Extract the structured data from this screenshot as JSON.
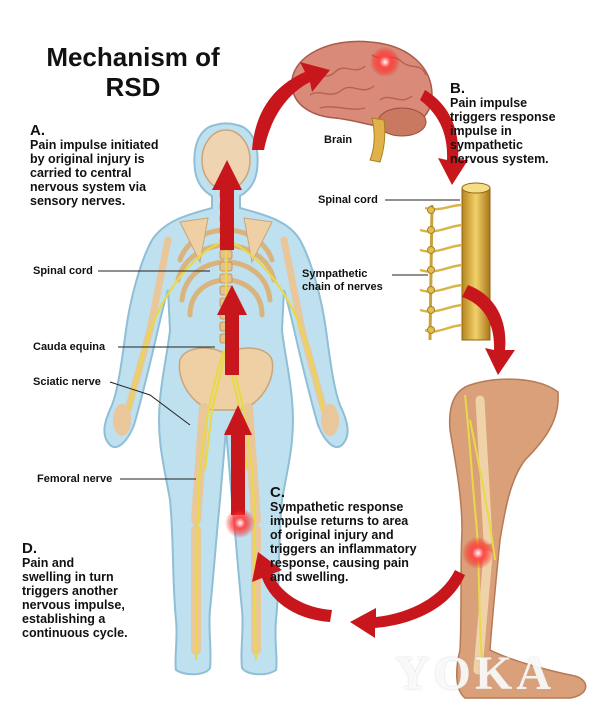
{
  "title_line1": "Mechanism of",
  "title_line2": "RSD",
  "steps": {
    "a": {
      "letter": "A.",
      "text": "Pain impulse initiated\nby original injury is\ncarried to central\nnervous system via\nsensory nerves."
    },
    "b": {
      "letter": "B.",
      "text": "Pain impulse\ntriggers response\nimpulse in\nsympathetic\nnervous system."
    },
    "c": {
      "letter": "C.",
      "text": "Sympathetic response\nimpulse returns to area\nof original injury and\ntriggers an inflammatory\nresponse, causing pain\nand swelling."
    },
    "d": {
      "letter": "D.",
      "text": "Pain and\nswelling in turn\ntriggers another\nnervous impulse,\nestablishing a\ncontinuous cycle."
    }
  },
  "labels": {
    "brain": "Brain",
    "spinal_cord_top": "Spinal cord",
    "sympathetic_chain": "Sympathetic\nchain of nerves",
    "spinal_cord_body": "Spinal cord",
    "cauda_equina": "Cauda equina",
    "sciatic_nerve": "Sciatic nerve",
    "femoral_nerve": "Femoral nerve"
  },
  "watermark": "YOKA",
  "colors": {
    "arrow": "#c8161d",
    "body_outline": "#8fbfd6",
    "body_fill": "#bfe0ee",
    "bone": "#e9c79a",
    "nerve": "#e8d84a",
    "brain": "#d98a78",
    "leg_skin": "#d9a07a"
  }
}
